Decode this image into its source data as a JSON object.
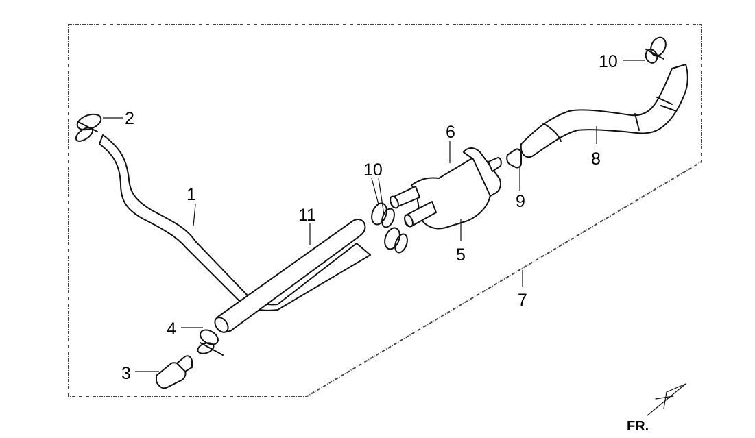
{
  "diagram": {
    "callouts": {
      "c1": "1",
      "c2": "2",
      "c3": "3",
      "c4": "4",
      "c5": "5",
      "c6": "6",
      "c7": "7",
      "c8": "8",
      "c9": "9",
      "c10a": "10",
      "c10b": "10",
      "c11": "11"
    },
    "front_indicator": "FR."
  }
}
